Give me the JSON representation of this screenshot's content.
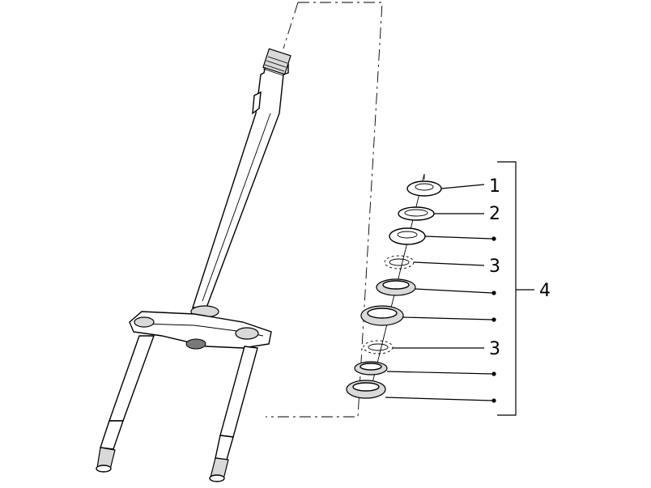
{
  "callouts": [
    {
      "id": "c1",
      "text": "1"
    },
    {
      "id": "c2",
      "text": "2"
    },
    {
      "id": "c3a",
      "text": "3"
    },
    {
      "id": "c3b",
      "text": "3"
    },
    {
      "id": "c4",
      "text": "4"
    }
  ]
}
